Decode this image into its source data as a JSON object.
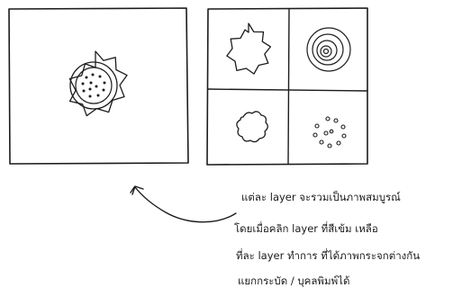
{
  "annotation": {
    "lines": [
      "แต่ละ layer จะรวมเป็นภาพสมบูรณ์",
      "โดยเมื่อคลิก layer ที่สีเข้ม เหลือ",
      "ที่ละ layer ทำการ ที่ได้ภาพกระจกต่างกัน",
      "แยกกระบัด / บุคลพิมพ์ได้"
    ]
  }
}
